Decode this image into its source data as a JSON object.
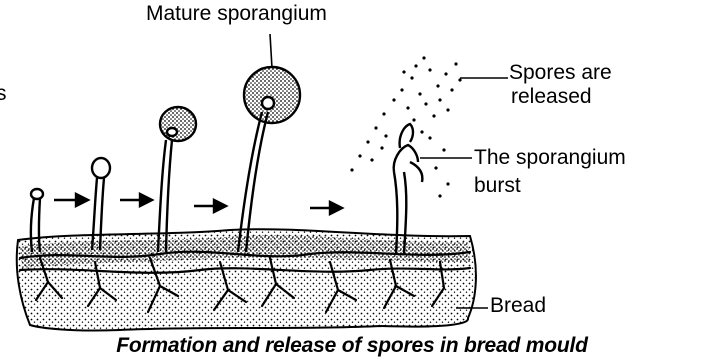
{
  "labels": {
    "partial_left": "s",
    "mature_sporangium": "Mature sporangium",
    "spores_released_line1": "Spores are",
    "spores_released_line2": "released",
    "sporangium_burst_line1": "The sporangium",
    "sporangium_burst_line2": "burst",
    "bread": "Bread"
  },
  "caption": "Formation and release of spores in bread mould",
  "colors": {
    "ink": "#000000",
    "background": "#ffffff",
    "stipple": "#555555"
  }
}
